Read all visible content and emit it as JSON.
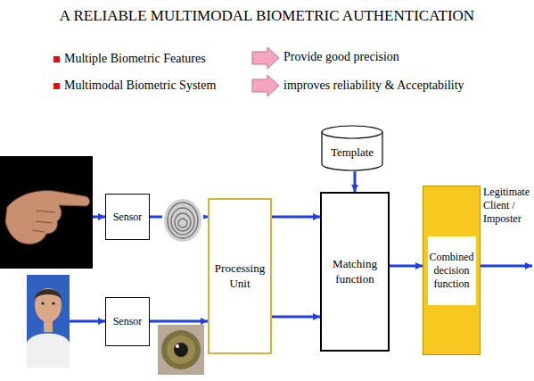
{
  "diagram": {
    "title": "A RELIABLE MULTIMODAL BIOMETRIC AUTHENTICATION",
    "nodes": [
      {
        "text": [
          "Sensor"
        ]
      },
      {
        "text": [
          "Sensor"
        ]
      },
      {
        "text": [
          "Processing Unit"
        ]
      },
      {
        "text": [
          "Template"
        ]
      },
      {
        "text": [
          "Matching function"
        ]
      },
      {
        "text": [
          "Combined decision function"
        ]
      }
    ],
    "edges": [
      {
        "from": 0,
        "to": 2,
        "arrow": "to"
      },
      {
        "from": 1,
        "to": 2,
        "arrow": "to"
      },
      {
        "from": 2,
        "to": 4,
        "arrow": "to"
      },
      {
        "from": 2,
        "to": 4,
        "arrow": "to"
      },
      {
        "from": 3,
        "to": 4,
        "arrow": "to"
      },
      {
        "from": 4,
        "to": 5,
        "arrow": "to"
      }
    ],
    "labels": [
      "Multiple Biometric Features",
      "Multimodal Biometric System",
      "Provide good precision",
      "improves reliability & Acceptability",
      "Legitimate Client / Imposter"
    ]
  }
}
